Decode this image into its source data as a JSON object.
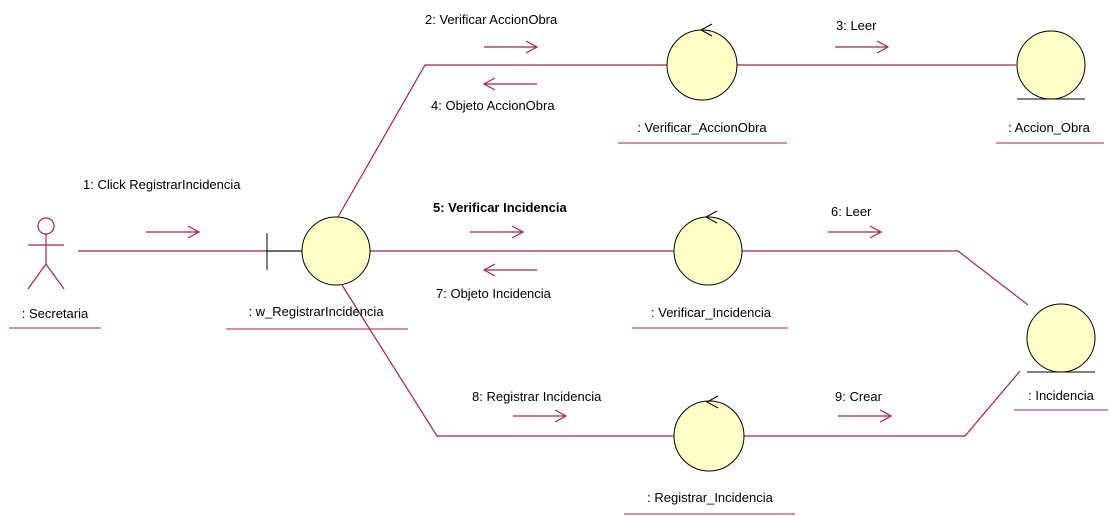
{
  "colors": {
    "line": "#a3264a",
    "object_fill": "#ffffc8",
    "object_stroke": "#000000",
    "text": "#000000"
  },
  "objects": {
    "secretaria": {
      "label": ": Secretaria",
      "icon": "actor-icon"
    },
    "w_registrar": {
      "label": ": w_RegistrarIncidencia",
      "icon": "boundary-icon"
    },
    "verificar_accion": {
      "label": ": Verificar_AccionObra",
      "icon": "control-icon"
    },
    "accion_obra": {
      "label": ": Accion_Obra",
      "icon": "entity-icon"
    },
    "verificar_incidencia": {
      "label": ": Verificar_Incidencia",
      "icon": "control-icon"
    },
    "incidencia": {
      "label": ": Incidencia",
      "icon": "entity-icon"
    },
    "registrar_incidencia": {
      "label": ": Registrar_Incidencia",
      "icon": "control-icon"
    }
  },
  "messages": {
    "m1": "1: Click RegistrarIncidencia",
    "m2": "2: Verificar AccionObra",
    "m3": "3: Leer",
    "m4": "4: Objeto AccionObra",
    "m5": "5: Verificar Incidencia",
    "m6": "6: Leer",
    "m7": "7: Objeto Incidencia",
    "m8": "8: Registrar Incidencia",
    "m9": "9: Crear"
  }
}
